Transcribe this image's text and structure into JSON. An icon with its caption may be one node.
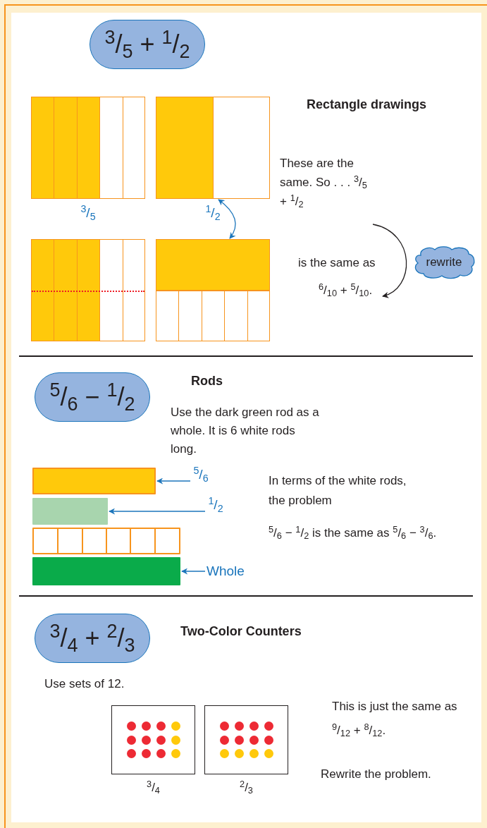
{
  "diagram": {
    "nodes": [
      {
        "text": [
          "$^{3}$/$_{5}$ + $^{1}$/$_{2}$"
        ]
      },
      {
        "text": [],
        "shape": "box",
        "beside": [
          "$^{3}$/$_{5}$"
        ]
      },
      {
        "text": [],
        "shape": "box",
        "beside": [
          "$^{1}$/$_{2}$"
        ]
      },
      {
        "text": [],
        "shape": "box"
      },
      {
        "text": [],
        "shape": "box"
      },
      {
        "text": [
          "These are the same. So . . . $^{3}$/$_{5}$ + $^{1}$/$_{2}$"
        ]
      },
      {
        "text": [
          "$^{6}$/$_{10}$ + $^{5}$/$_{10}$."
        ]
      },
      {
        "text": [
          "rewrite"
        ]
      },
      {
        "text": [
          "$^{5}$/$_{6}$ − $^{1}$/$_{2}$"
        ]
      },
      {
        "text": [],
        "shape": "bar"
      },
      {
        "text": [],
        "shape": "bar"
      },
      {
        "text": [],
        "shape": "bar"
      },
      {
        "text": [],
        "shape": "bar"
      },
      {
        "text": [
          "$^{5}$/$_{6}$"
        ]
      },
      {
        "text": [
          "$^{1}$/$_{2}$"
        ]
      },
      {
        "text": [
          "Whole"
        ]
      },
      {
        "text": [
          "$^{3}$/$_{4}$ + $^{2}$/$_{3}$"
        ]
      },
      {
        "text": [],
        "shape": "box",
        "beside": [
          "$^{3}$/$_{4}$"
        ]
      },
      {
        "text": [],
        "shape": "box",
        "beside": [
          "$^{2}$/$_{3}$"
        ]
      }
    ],
    "edges": [
      {
        "from": 2,
        "to": 4,
        "arrow": "both",
        "color": "#1b75bb"
      },
      {
        "from": 5,
        "to": 6,
        "arrow": "to",
        "label": "is the same as",
        "color": "#231f20"
      },
      {
        "from": 13,
        "to": 9,
        "arrow": "to",
        "color": "#1b75bb"
      },
      {
        "from": 14,
        "to": 10,
        "arrow": "to",
        "color": "#1b75bb"
      },
      {
        "from": 15,
        "to": 12,
        "arrow": "to",
        "color": "#1b75bb"
      }
    ],
    "labels": [
      "Rectangle drawings",
      "Rods",
      "Use the dark green rod as a whole. It is 6 white rods long.",
      "In terms of the white rods, the problem",
      "$^{5}$/$_{6}$ − $^{1}$/$_{2}$ is the same as $^{5}$/$_{6}$ − $^{3}$/$_{6}$.",
      "Two-Color Counters",
      "Use sets of 12.",
      "This is just the same as $^{9}$/$_{12}$ + $^{8}$/$_{12}$.",
      "Rewrite the problem."
    ]
  }
}
